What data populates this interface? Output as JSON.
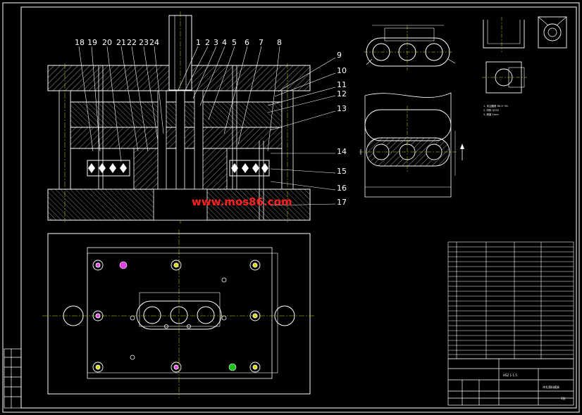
{
  "watermark": "www.mos86.com",
  "part_numbers_top": [
    "18",
    "19",
    "20",
    "21",
    "22",
    "23",
    "24",
    "1",
    "2",
    "3",
    "4",
    "5",
    "6",
    "7",
    "8"
  ],
  "part_numbers_right": [
    "9",
    "10",
    "11",
    "12",
    "13",
    "14",
    "15",
    "16",
    "17"
  ],
  "title_block": {
    "drawing_no": "HSZ 1-1.5",
    "drawing_title": "冲孔落料模具",
    "sheet": "1张"
  },
  "note_lines": [
    "1. 未注圆角 R0.5~R1",
    "2. 材料 Q235",
    "3. 厚度 1mm"
  ],
  "colors": {
    "background": "#000000",
    "line": "#ffffff",
    "accent_yellow": "#d8d800",
    "accent_red": "#ff2020",
    "accent_blue": "#4040ff",
    "accent_green": "#20c020",
    "accent_magenta": "#e040e0"
  }
}
